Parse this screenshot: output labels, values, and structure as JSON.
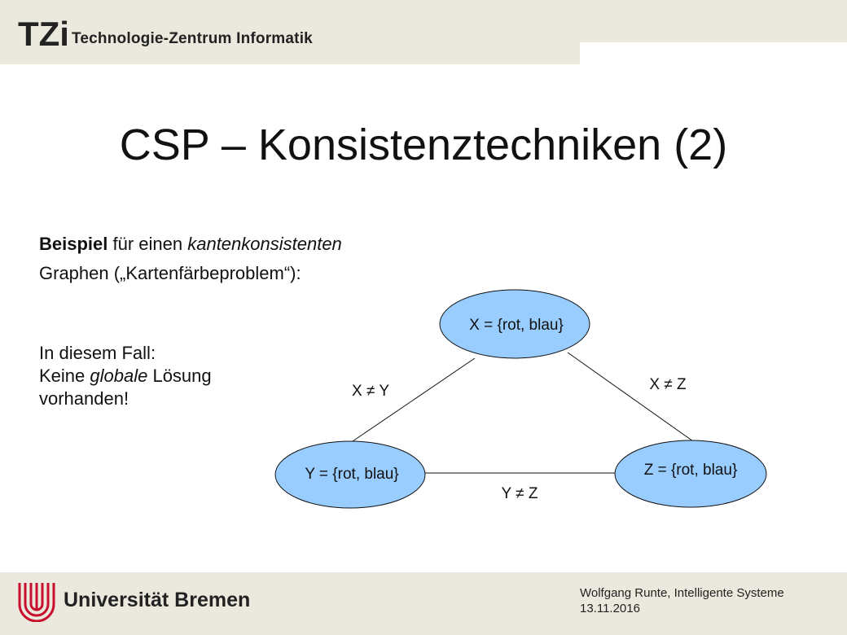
{
  "header": {
    "logo_text": "TZi",
    "institute": "Technologie-Zentrum Informatik"
  },
  "slide": {
    "title": "CSP – Konsistenztechniken (2)",
    "intro": {
      "bold": "Beispiel",
      "text_1": " für einen ",
      "italic": "kantenkonsistenten",
      "line_2": "Graphen („Kartenfärbeproblem“):"
    },
    "note": {
      "line_1": "In diesem Fall:",
      "line_2_pre": "Keine ",
      "line_2_italic": "globale",
      "line_2_post": " Lösung",
      "line_3": "vorhanden!"
    }
  },
  "graph": {
    "nodes": [
      {
        "id": "X",
        "label": "X = {rot, blau}"
      },
      {
        "id": "Y",
        "label": "Y = {rot, blau}"
      },
      {
        "id": "Z",
        "label": "Z = {rot, blau}"
      }
    ],
    "edges": [
      {
        "from": "X",
        "to": "Y",
        "label": "X ≠ Y"
      },
      {
        "from": "X",
        "to": "Z",
        "label": "X ≠ Z"
      },
      {
        "from": "Y",
        "to": "Z",
        "label": "Y ≠ Z"
      }
    ],
    "node_fill": "#99ccff"
  },
  "footer": {
    "university": "Universität Bremen",
    "author": "Wolfgang Runte, Intelligente Systeme",
    "date": "13.11.2016",
    "logo_color": "#c8102e"
  }
}
